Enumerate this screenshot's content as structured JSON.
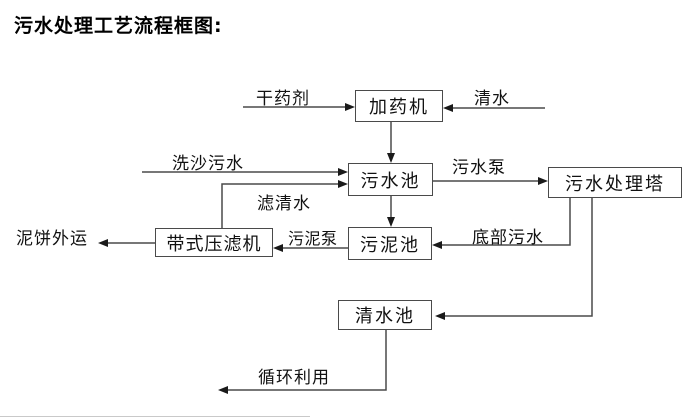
{
  "title": "污水处理工艺流程框图:",
  "nodes": {
    "dosing_machine": "加药机",
    "sewage_pool": "污水池",
    "treatment_tower": "污水处理塔",
    "sludge_pool": "污泥池",
    "belt_filter_press": "带式压滤机",
    "clear_water_pool": "清水池"
  },
  "edge_labels": {
    "dry_agent": "干药剂",
    "clean_water_in": "清水",
    "sand_wash_sewage": "洗沙污水",
    "sewage_pump": "污水泵",
    "filtered_water": "滤清水",
    "mud_cake_out": "泥饼外运",
    "sludge_pump": "污泥泵",
    "bottom_sewage": "底部污水",
    "recycle_use": "循环利用"
  },
  "colors": {
    "background": "#ffffff",
    "line": "#4a4a4a",
    "arrow": "#1a1a1a",
    "text": "#111111"
  }
}
